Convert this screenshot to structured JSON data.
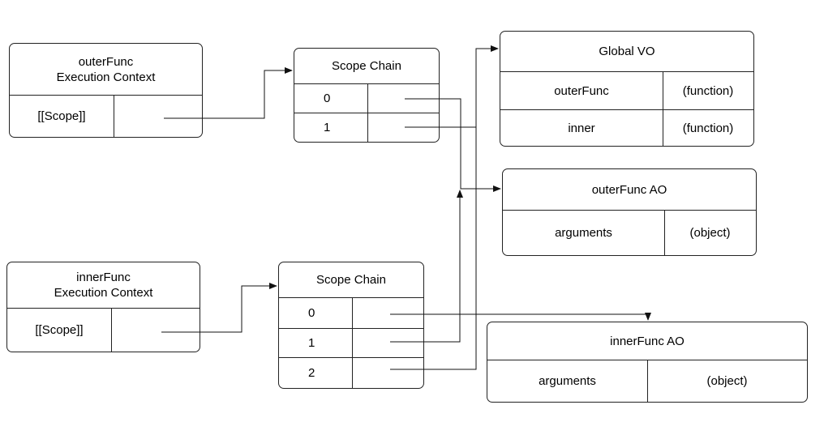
{
  "outer_ec": {
    "title_line1": "outerFunc",
    "title_line2": "Execution Context",
    "scope_label": "[[Scope]]"
  },
  "inner_ec": {
    "title_line1": "innerFunc",
    "title_line2": "Execution Context",
    "scope_label": "[[Scope]]"
  },
  "outer_chain": {
    "title": "Scope Chain",
    "indices": [
      "0",
      "1"
    ]
  },
  "inner_chain": {
    "title": "Scope Chain",
    "indices": [
      "0",
      "1",
      "2"
    ]
  },
  "global_vo": {
    "title": "Global VO",
    "rows": [
      {
        "name": "outerFunc",
        "value": "(function)"
      },
      {
        "name": "inner",
        "value": "(function)"
      }
    ]
  },
  "outer_ao": {
    "title": "outerFunc AO",
    "rows": [
      {
        "name": "arguments",
        "value": "(object)"
      }
    ]
  },
  "inner_ao": {
    "title": "innerFunc AO",
    "rows": [
      {
        "name": "arguments",
        "value": "(object)"
      }
    ]
  }
}
